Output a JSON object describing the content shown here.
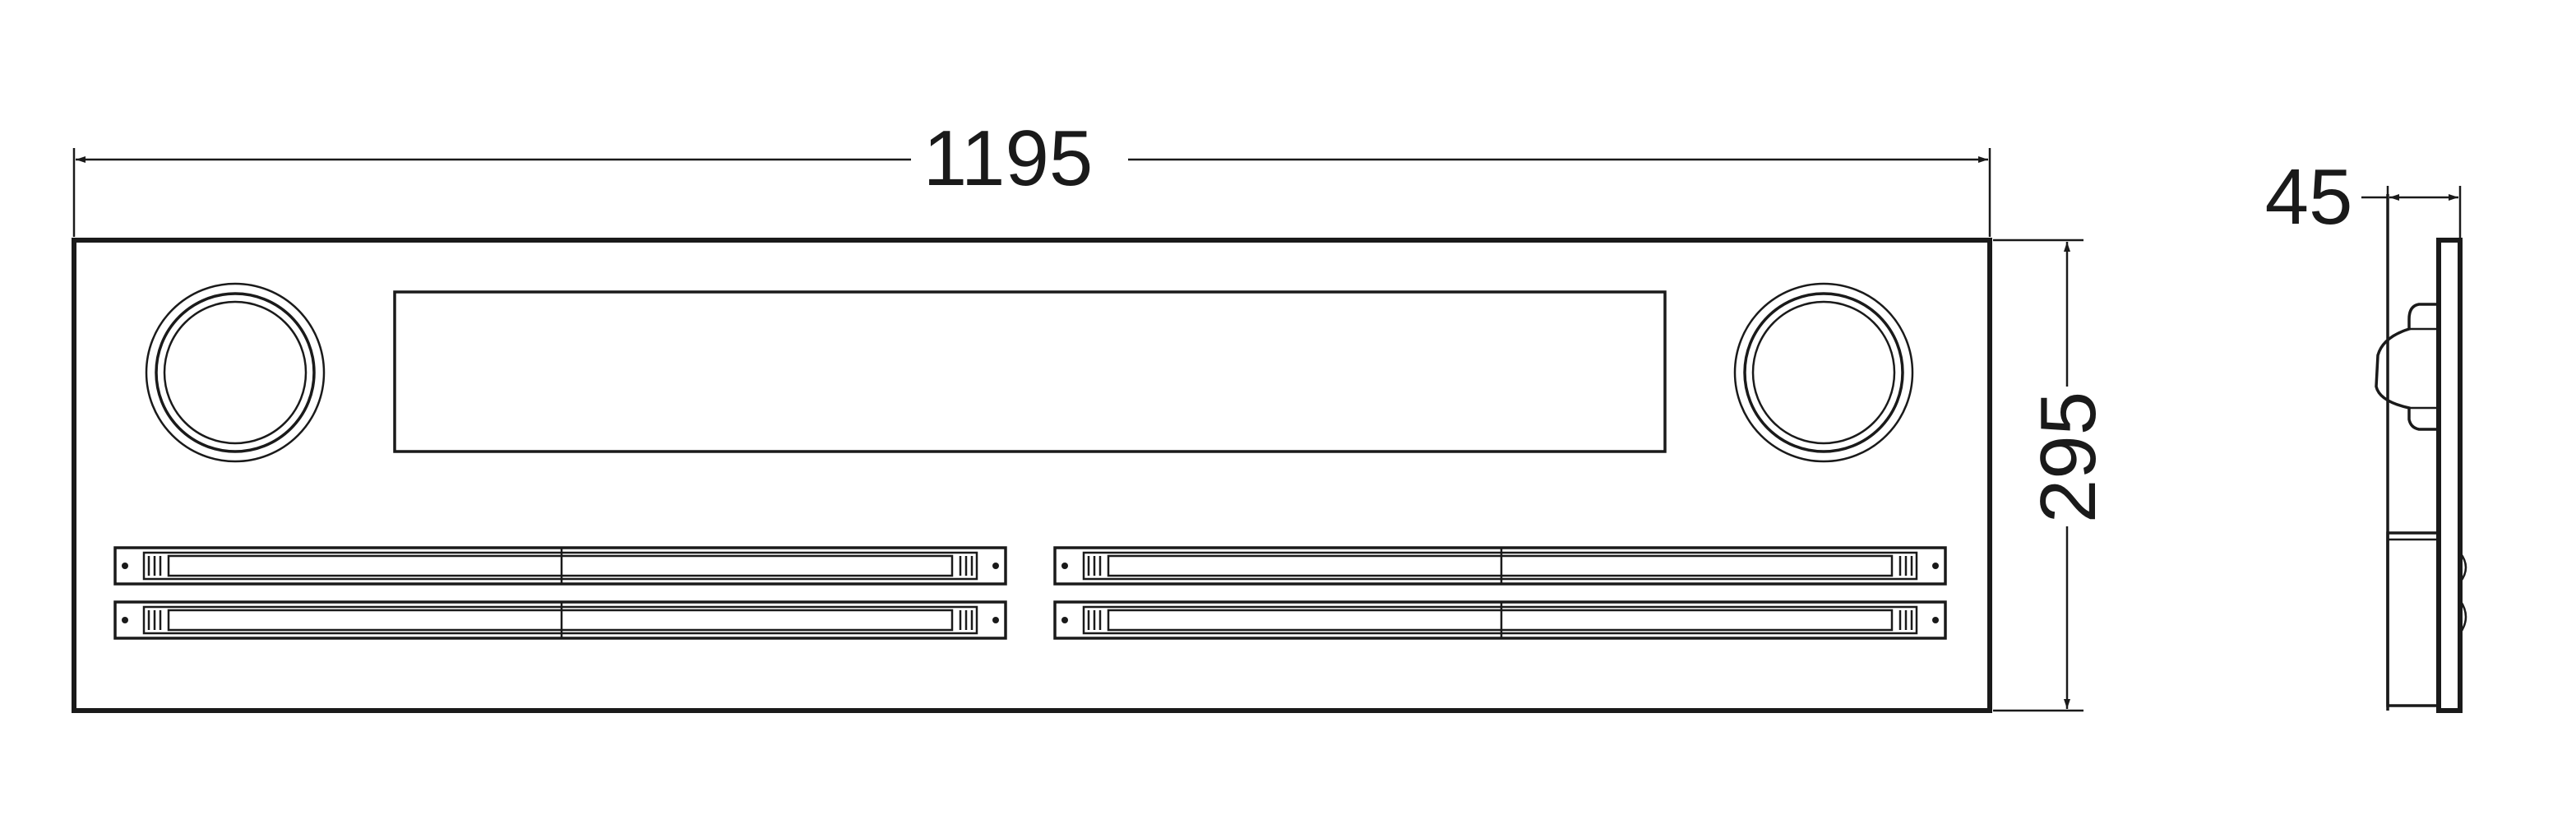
{
  "drawing": {
    "dimensions": {
      "width": "1195",
      "height": "295",
      "depth": "45"
    },
    "colors": {
      "line": "#1a1a1a",
      "background": "#ffffff"
    }
  }
}
